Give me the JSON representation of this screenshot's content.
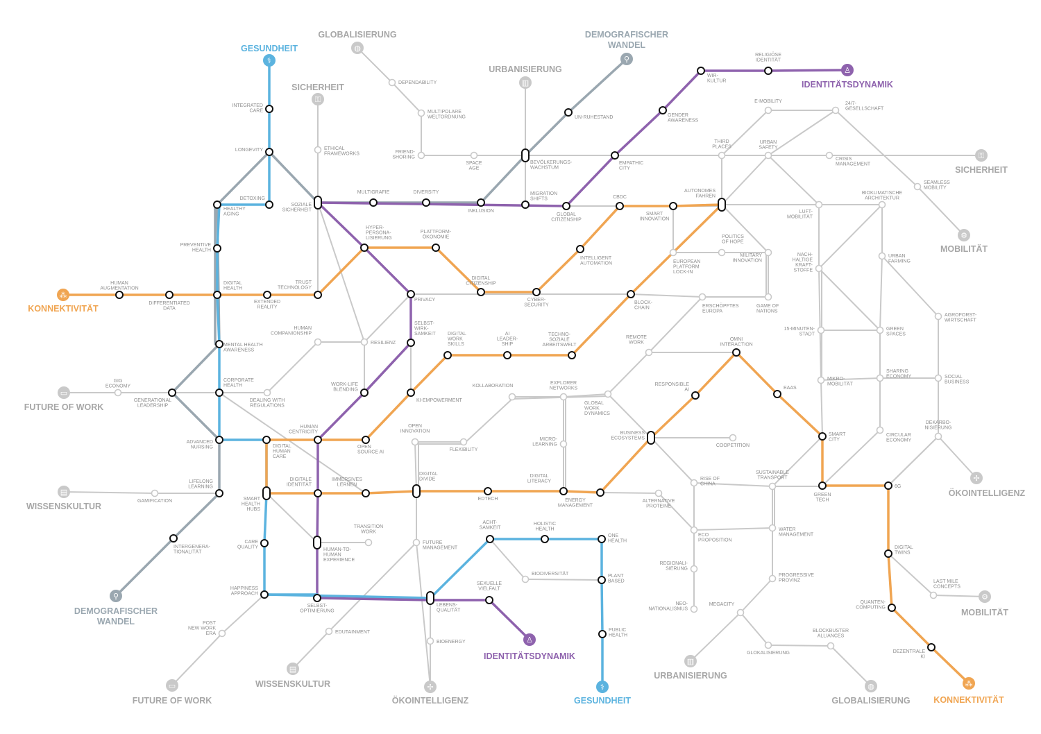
{
  "colors": {
    "bg": "#ffffff",
    "grey": "#c9c9c9",
    "slate": "#9aa7b0",
    "blue": "#5bb3df",
    "orange": "#f0a552",
    "purple": "#8e62ad",
    "label": "#8d8d8d",
    "ring": "#111111"
  },
  "terminals": [
    {
      "id": "gesundheit_top",
      "label": "GESUNDHEIT",
      "color": "blue",
      "icon": "stethoscope-icon"
    },
    {
      "id": "globalisierung_top",
      "label": "GLOBALISIERUNG",
      "color": "grey",
      "icon": "globe-icon"
    },
    {
      "id": "demografie_top",
      "label": "DEMOGRAFISCHER WANDEL",
      "color": "slate",
      "icon": "walking-person-icon"
    },
    {
      "id": "urbanisierung_top",
      "label": "URBANISIERUNG",
      "color": "grey",
      "icon": "building-icon"
    },
    {
      "id": "sicherheit_top",
      "label": "SICHERHEIT",
      "color": "grey",
      "icon": "lock-icon"
    },
    {
      "id": "identitaet_top",
      "label": "IDENTITÄTSDYNAMIK",
      "color": "purple",
      "icon": "person-icon"
    },
    {
      "id": "sicherheit_right",
      "label": "SICHERHEIT",
      "color": "grey",
      "icon": "lock-icon"
    },
    {
      "id": "mobilitaet_right",
      "label": "MOBILITÄT",
      "color": "grey",
      "icon": "bike-icon"
    },
    {
      "id": "oekointelligenz_right",
      "label": "ÖKOINTELLIGENZ",
      "color": "grey",
      "icon": "windmill-icon"
    },
    {
      "id": "mobilitaet_right2",
      "label": "MOBILITÄT",
      "color": "grey",
      "icon": "bike-icon"
    },
    {
      "id": "konnektivitaet_left",
      "label": "KONNEKTIVITÄT",
      "color": "orange",
      "icon": "network-icon"
    },
    {
      "id": "futurework_left",
      "label": "FUTURE OF WORK",
      "color": "grey",
      "icon": "laptop-icon"
    },
    {
      "id": "wissenskultur_left",
      "label": "WISSENSKULTUR",
      "color": "grey",
      "icon": "book-icon"
    },
    {
      "id": "demografie_bottom",
      "label": "DEMOGRAFISCHER WANDEL",
      "color": "slate",
      "icon": "walking-person-icon"
    },
    {
      "id": "futurework_bottom",
      "label": "FUTURE OF WORK",
      "color": "grey",
      "icon": "laptop-icon"
    },
    {
      "id": "wissenskultur_bottom",
      "label": "WISSENSKULTUR",
      "color": "grey",
      "icon": "book-icon"
    },
    {
      "id": "oekointelligenz_bottom",
      "label": "ÖKOINTELLIGENZ",
      "color": "grey",
      "icon": "windmill-icon"
    },
    {
      "id": "identitaet_bottom",
      "label": "IDENTITÄTSDYNAMIK",
      "color": "purple",
      "icon": "person-icon"
    },
    {
      "id": "gesundheit_bottom",
      "label": "GESUNDHEIT",
      "color": "blue",
      "icon": "stethoscope-icon"
    },
    {
      "id": "urbanisierung_bottom",
      "label": "URBANISIERUNG",
      "color": "grey",
      "icon": "building-icon"
    },
    {
      "id": "globalisierung_bottom",
      "label": "GLOBALISIERUNG",
      "color": "grey",
      "icon": "globe-icon"
    },
    {
      "id": "konnektivitaet_bottom",
      "label": "KONNEKTIVITÄT",
      "color": "orange",
      "icon": "network-icon"
    }
  ],
  "stations": [
    {
      "id": "integrated_care",
      "label": "INTEGRATED CARE"
    },
    {
      "id": "longevity",
      "label": "LONGEVITY"
    },
    {
      "id": "detoxing",
      "label": "DETOXING"
    },
    {
      "id": "healthy_aging",
      "label": "HEALTHY AGING"
    },
    {
      "id": "preventive_health",
      "label": "PREVENTIVE HEALTH"
    },
    {
      "id": "human_augmentation",
      "label": "HUMAN AUGMENTATION"
    },
    {
      "id": "differentiated_data",
      "label": "DIFFERENTIATED DATA"
    },
    {
      "id": "digital_health",
      "label": "DIGITAL HEALTH"
    },
    {
      "id": "extended_reality",
      "label": "EXTENDED REALITY"
    },
    {
      "id": "trust_technology",
      "label": "TRUST TECHNOLOGY"
    },
    {
      "id": "mental_health_awareness",
      "label": "MENTAL HEALTH AWARENESS"
    },
    {
      "id": "gig_economy",
      "label": "GIG ECONOMY"
    },
    {
      "id": "generational_leadership",
      "label": "GENERATIONAL LEADERSHIP"
    },
    {
      "id": "corporate_health",
      "label": "CORPORATE HEALTH"
    },
    {
      "id": "dealing_regulations",
      "label": "DEALING WITH REGULATIONS"
    },
    {
      "id": "advanced_nursing",
      "label": "ADVANCED NURSING"
    },
    {
      "id": "lifelong_learning",
      "label": "LIFELONG LEARNING"
    },
    {
      "id": "gamification",
      "label": "GAMIFICATION"
    },
    {
      "id": "intergenerationalitaet",
      "label": "INTERGENERA-TIONALITÄT"
    },
    {
      "id": "smart_health_hubs",
      "label": "SMART HEALTH HUBS"
    },
    {
      "id": "care_quality",
      "label": "CARE QUALITY"
    },
    {
      "id": "happiness_approach",
      "label": "HAPPINESS APPROACH"
    },
    {
      "id": "post_new_work_era",
      "label": "POST NEW WORK ERA"
    },
    {
      "id": "dependability",
      "label": "DEPENDABILITY"
    },
    {
      "id": "multipolare_weltordnung",
      "label": "MULTIPOLARE WELTORDNUNG"
    },
    {
      "id": "friendshoring",
      "label": "FRIEND-SHORING"
    },
    {
      "id": "space_age",
      "label": "SPACE AGE"
    },
    {
      "id": "ethical_frameworks",
      "label": "ETHICAL FRAMEWORKS"
    },
    {
      "id": "soziale_sicherheit",
      "label": "SOZIALE SICHERHEIT"
    },
    {
      "id": "multigrafie",
      "label": "MULTIGRAFIE"
    },
    {
      "id": "diversity",
      "label": "DIVERSITY"
    },
    {
      "id": "inklusion",
      "label": "INKLUSION"
    },
    {
      "id": "un_ruhestand",
      "label": "UN-RUHESTAND"
    },
    {
      "id": "bevoelkerungswachstum",
      "label": "BEVÖLKERUNGS-WACHSTUM"
    },
    {
      "id": "migration_shifts",
      "label": "MIGRATION SHIFTS"
    },
    {
      "id": "global_citizenship",
      "label": "GLOBAL CITIZENSHIP"
    },
    {
      "id": "religioese_identitaet",
      "label": "RELIGIÖSE IDENTITÄT"
    },
    {
      "id": "wir_kultur",
      "label": "WIR-KULTUR"
    },
    {
      "id": "gender_awareness",
      "label": "GENDER AWARENESS"
    },
    {
      "id": "empathic_city",
      "label": "EMPATHIC CITY"
    },
    {
      "id": "hyper_personalisierung",
      "label": "HYPER-PERSONA-LISIERUNG"
    },
    {
      "id": "plattform_oekonomie",
      "label": "PLATTFORM-ÖKONOMIE"
    },
    {
      "id": "digital_citizenship",
      "label": "DIGITAL CITIZENSHIP"
    },
    {
      "id": "cyber_security",
      "label": "CYBER-SECURITY"
    },
    {
      "id": "intelligent_automation",
      "label": "INTELLIGENT AUTOMATION"
    },
    {
      "id": "cbdc",
      "label": "CBDC"
    },
    {
      "id": "smart_innovation",
      "label": "SMART INNOVATION"
    },
    {
      "id": "autonomes_fahren",
      "label": "AUTONOMES FAHREN"
    },
    {
      "id": "european_platform",
      "label": "EUROPEAN PLATFORM LOCK-IN"
    },
    {
      "id": "politics_of_hope",
      "label": "POLITICS OF HOPE"
    },
    {
      "id": "military_innovation",
      "label": "MILITARY INNOVATION"
    },
    {
      "id": "block_chain",
      "label": "BLOCK-CHAIN"
    },
    {
      "id": "erschoepftes_europa",
      "label": "ERSCHÖPFTES EUROPA"
    },
    {
      "id": "game_of_nations",
      "label": "GAME OF NATIONS"
    },
    {
      "id": "privacy",
      "label": "PRIVACY"
    },
    {
      "id": "resilienz",
      "label": "RESILIENZ"
    },
    {
      "id": "human_companionship",
      "label": "HUMAN COMPANIONSHIP"
    },
    {
      "id": "selbstwirksamkeit",
      "label": "SELBST-WIRK-SAMKEIT"
    },
    {
      "id": "work_life_blending",
      "label": "WORK-LIFE BLENDING"
    },
    {
      "id": "ki_empowerment",
      "label": "KI-EMPOWERMENT"
    },
    {
      "id": "digital_work_skills",
      "label": "DIGITAL WORK SKILLS"
    },
    {
      "id": "ai_leadership",
      "label": "AI LEADER-SHIP"
    },
    {
      "id": "techno_soziale_arbeitswelt",
      "label": "TECHNO-SOZIALE ARBEITSWELT"
    },
    {
      "id": "remote_work",
      "label": "REMOTE WORK"
    },
    {
      "id": "omni_interaction",
      "label": "OMNI INTERACTION"
    },
    {
      "id": "human_centricity",
      "label": "HUMAN CENTRICITY"
    },
    {
      "id": "open_source_ai",
      "label": "OPEN SOURCE AI"
    },
    {
      "id": "open_innovation",
      "label": "OPEN INNOVATION"
    },
    {
      "id": "flexibility",
      "label": "FLEXIBILITY"
    },
    {
      "id": "kollaboration",
      "label": "KOLLABORATION"
    },
    {
      "id": "explorer_networks",
      "label": "EXPLORER NETWORKS"
    },
    {
      "id": "global_work_dynamics",
      "label": "GLOBAL WORK DYNAMICS"
    },
    {
      "id": "micro_learning",
      "label": "MICRO-LEARNING"
    },
    {
      "id": "responsible_ai",
      "label": "RESPONSIBLE AI"
    },
    {
      "id": "eaas",
      "label": "EAAS"
    },
    {
      "id": "business_ecosystems",
      "label": "BUSINESS ECOSYSTEMS"
    },
    {
      "id": "coopetition",
      "label": "COOPETITION"
    },
    {
      "id": "digital_human_care",
      "label": "DIGITAL HUMAN CARE"
    },
    {
      "id": "digitale_identitaet",
      "label": "DIGITALE IDENTITÄT"
    },
    {
      "id": "immersives_lernen",
      "label": "IMMERSIVES LERNEN"
    },
    {
      "id": "digital_divide",
      "label": "DIGITAL DIVIDE"
    },
    {
      "id": "edtech",
      "label": "EDTECH"
    },
    {
      "id": "digital_literacy",
      "label": "DIGITAL LITERACY"
    },
    {
      "id": "energy_management",
      "label": "ENERGY MANAGEMENT"
    },
    {
      "id": "alternative_proteine",
      "label": "ALTERNATIVE PROTEINE"
    },
    {
      "id": "transition_work",
      "label": "TRANSITION WORK"
    },
    {
      "id": "human_to_human",
      "label": "HUMAN-TO-HUMAN EXPERIENCE"
    },
    {
      "id": "future_management",
      "label": "FUTURE MANAGEMENT"
    },
    {
      "id": "achtsamkeit",
      "label": "ACHT-SAMKEIT"
    },
    {
      "id": "holistic_health",
      "label": "HOLISTIC HEALTH"
    },
    {
      "id": "one_health",
      "label": "ONE HEALTH"
    },
    {
      "id": "biodiversitaet",
      "label": "BIODIVERSITÄT"
    },
    {
      "id": "plant_based",
      "label": "PLANT BASED"
    },
    {
      "id": "selbstoptimierung",
      "label": "SELBST-OPTIMIERUNG"
    },
    {
      "id": "lebensqualitaet",
      "label": "LEBENS-QUALITÄT"
    },
    {
      "id": "sexuelle_vielfalt",
      "label": "SEXUELLE VIELFALT"
    },
    {
      "id": "edutainment",
      "label": "EDUTAINMENT"
    },
    {
      "id": "bioenergy",
      "label": "BIOENERGY"
    },
    {
      "id": "public_health",
      "label": "PUBLIC HEALTH"
    },
    {
      "id": "rise_of_china",
      "label": "RISE OF CHINA"
    },
    {
      "id": "eco_proposition",
      "label": "ECO PROPOSITION"
    },
    {
      "id": "regionalisierung",
      "label": "REGIONALI-SIERUNG"
    },
    {
      "id": "neo_nationalismus",
      "label": "NEO-NATIONALISMUS"
    },
    {
      "id": "megacity",
      "label": "MEGACITY"
    },
    {
      "id": "glokalisierung",
      "label": "GLOKALISIERUNG"
    },
    {
      "id": "blockbuster_alliances",
      "label": "BLOCKBUSTER ALLIANCES"
    },
    {
      "id": "progressive_provinz",
      "label": "PROGRESSIVE PROVINZ"
    },
    {
      "id": "water_management",
      "label": "WATER MANAGEMENT"
    },
    {
      "id": "sustainable_transport",
      "label": "SUSTAINABLE TRANSPORT"
    },
    {
      "id": "e_mobility",
      "label": "E-MOBILITY"
    },
    {
      "id": "gesellschaft_24_7",
      "label": "24/7-GESELLSCHAFT"
    },
    {
      "id": "third_places",
      "label": "THIRD PLACES"
    },
    {
      "id": "urban_safety",
      "label": "URBAN SAFETY"
    },
    {
      "id": "crisis_management",
      "label": "CRISIS MANAGEMENT"
    },
    {
      "id": "seamless_mobility",
      "label": "SEAMLESS MOBILITY"
    },
    {
      "id": "luft_mobilitaet",
      "label": "LUFT-MOBILITÄT"
    },
    {
      "id": "bioklimatische_architektur",
      "label": "BIOKLIMATISCHE ARCHITEKTUR"
    },
    {
      "id": "nachhaltige_kraftstoffe",
      "label": "NACH-HALTIGE KRAFT-STOFFE"
    },
    {
      "id": "urban_farming",
      "label": "URBAN FARMING"
    },
    {
      "id": "agroforstwirtschaft",
      "label": "AGROFORST-WIRTSCHAFT"
    },
    {
      "id": "fuenfzehn_minuten_stadt",
      "label": "15-MINUTEN-STADT"
    },
    {
      "id": "green_spaces",
      "label": "GREEN SPACES"
    },
    {
      "id": "mikro_mobilitaet",
      "label": "MIKRO-MOBILITÄT"
    },
    {
      "id": "sharing_economy",
      "label": "SHARING ECONOMY"
    },
    {
      "id": "social_business",
      "label": "SOCIAL BUSINESS"
    },
    {
      "id": "smart_city",
      "label": "SMART CITY"
    },
    {
      "id": "circular_economy",
      "label": "CIRCULAR ECONOMY"
    },
    {
      "id": "dekarbonisierung",
      "label": "DEKARBO-NISIERUNG"
    },
    {
      "id": "green_tech",
      "label": "GREEN TECH"
    },
    {
      "id": "six_g",
      "label": "6G"
    },
    {
      "id": "digital_twins",
      "label": "DIGITAL TWINS"
    },
    {
      "id": "last_mile",
      "label": "LAST MILE CONCEPTS"
    },
    {
      "id": "quantencomputing",
      "label": "QUANTEN-COMPUTING"
    },
    {
      "id": "dezentrale_ki",
      "label": "DEZENTRALE KI"
    }
  ]
}
